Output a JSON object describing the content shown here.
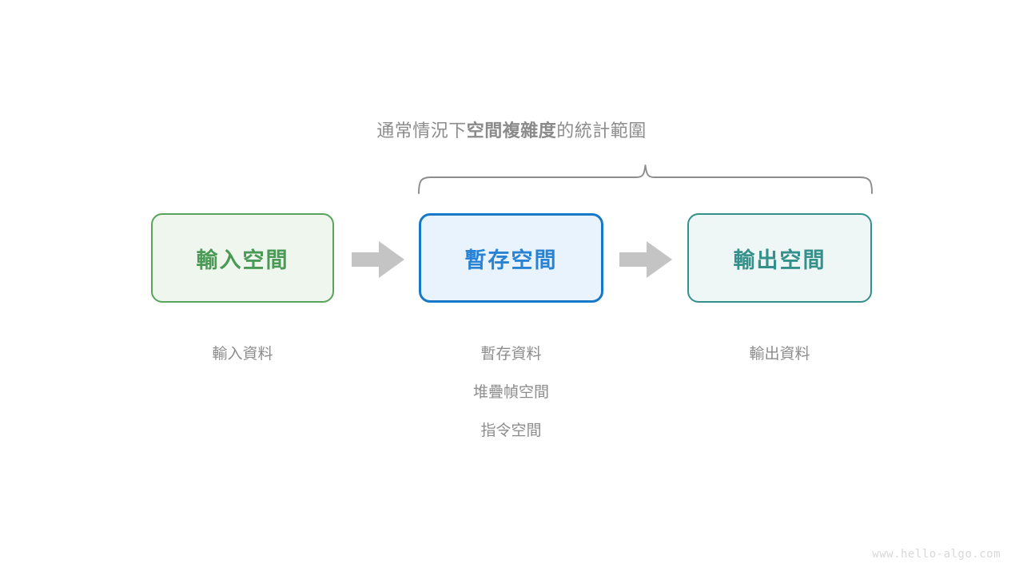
{
  "diagram": {
    "title": {
      "prefix": "通常情況下",
      "emphasis": "空間複雜度",
      "suffix": "的統計範圍",
      "full": "通常情況下空間複雜度的統計範圍"
    },
    "boxes": [
      {
        "label": "輸入空間",
        "border_color": "#5aa35c",
        "fill_color": "#eef6ee",
        "text_color": "#4a9a56"
      },
      {
        "label": "暫存空間",
        "border_color": "#1878c8",
        "fill_color": "#e8f3fd",
        "text_color": "#2a82d4"
      },
      {
        "label": "輸出空間",
        "border_color": "#35908b",
        "fill_color": "#eef7f5",
        "text_color": "#35908b"
      }
    ],
    "arrows": [
      {
        "name": "arrow-input-to-temp",
        "color": "#c4c4c4"
      },
      {
        "name": "arrow-temp-to-output",
        "color": "#c4c4c4"
      }
    ],
    "captions": {
      "input": [
        "輸入資料"
      ],
      "temp": [
        "暫存資料",
        "堆疊幀空間",
        "指令空間"
      ],
      "output": [
        "輸出資料"
      ]
    },
    "brace": {
      "color": "#8c8c8c",
      "covers": [
        "暫存空間",
        "輸出空間"
      ]
    },
    "watermark": "www.hello-algo.com",
    "background_color": "#ffffff",
    "muted_text_color": "#8c8c8c"
  }
}
